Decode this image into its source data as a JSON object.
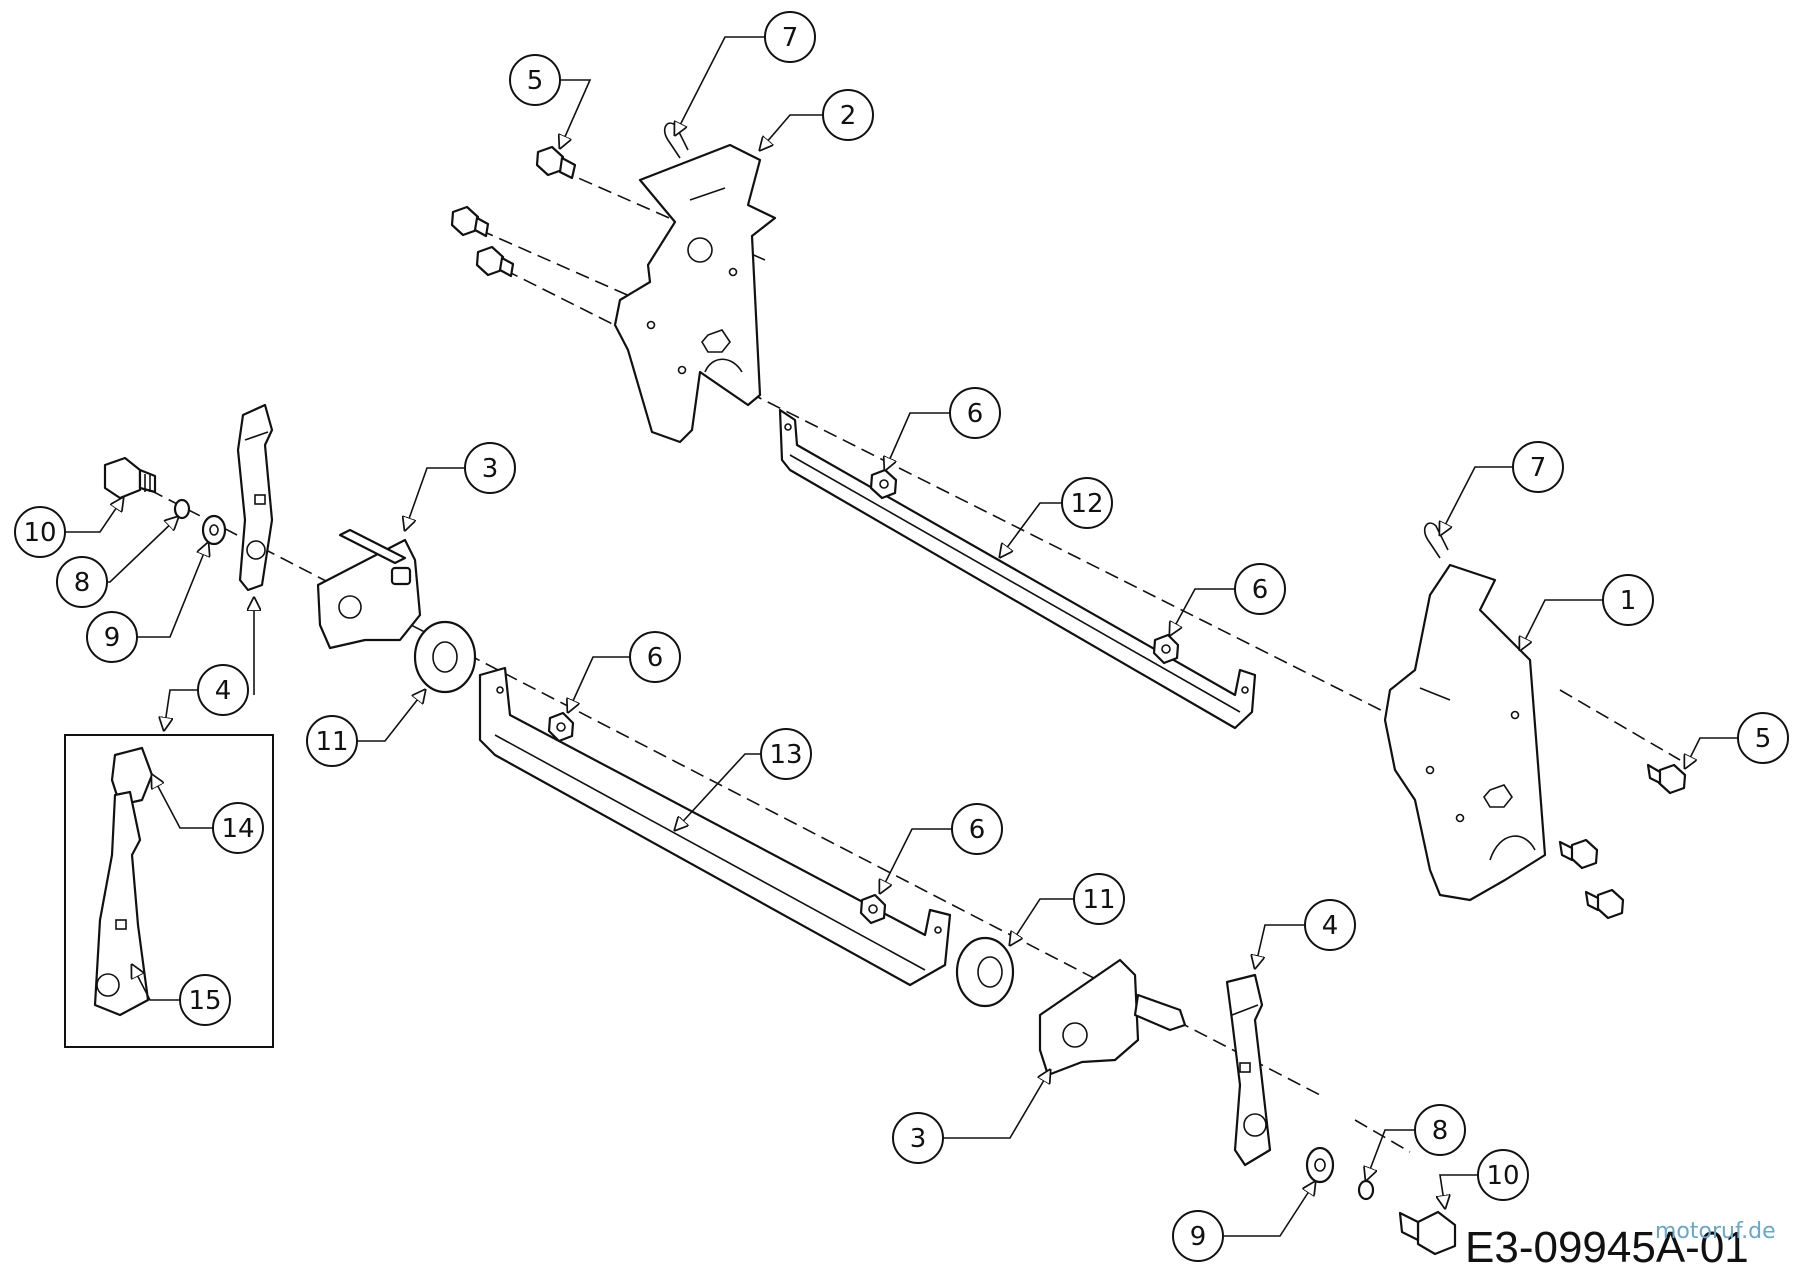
{
  "callouts": {
    "c1": "1",
    "c2": "2",
    "c3a": "3",
    "c3b": "3",
    "c4a": "4",
    "c4b": "4",
    "c4c": "4",
    "c5a": "5",
    "c5b": "5",
    "c6a": "6",
    "c6b": "6",
    "c6c": "6",
    "c6d": "6",
    "c7a": "7",
    "c7b": "7",
    "c8a": "8",
    "c8b": "8",
    "c9a": "9",
    "c9b": "9",
    "c10a": "10",
    "c10b": "10",
    "c11a": "11",
    "c11b": "11",
    "c12": "12",
    "c13": "13",
    "c14": "14",
    "c15": "15"
  },
  "drawing_code": "E3-09945A-01",
  "watermark": "motoruf.de",
  "colors": {
    "line": "#111111",
    "background": "#ffffff"
  }
}
